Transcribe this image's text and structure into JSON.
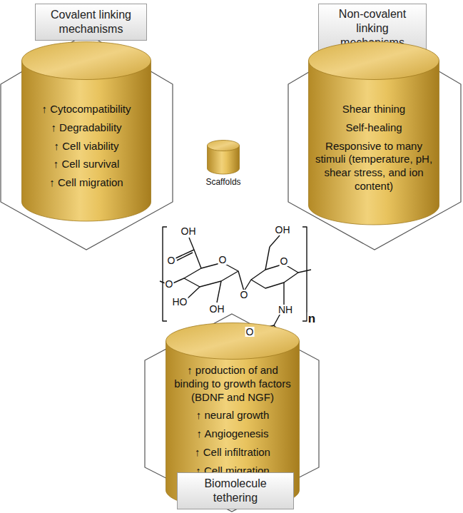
{
  "diagram": {
    "nodes": [
      {
        "text": [
          "Covalent linking mechanisms"
        ]
      },
      {
        "text": [
          "Non-covalent linking mechanisms"
        ]
      },
      {
        "text": [
          "↑ Cytocompatibility",
          "↑ Degradability",
          "↑ Cell viability",
          "↑ Cell survival",
          "↑ Cell migration"
        ]
      },
      {
        "text": [
          "Shear thining",
          "Self-healing",
          "Responsive to many stimuli (temperature, pH, shear stress, and ion content)"
        ]
      },
      {
        "text": [
          "Scaffolds"
        ]
      },
      {
        "text": [
          "↑ production of and binding to growth factors (BDNF and NGF)",
          "↑ neural growth",
          "↑ Angiogenesis",
          "↑ Cell infiltration",
          "↑ Cell migration"
        ]
      },
      {
        "text": [
          "Biomolecule tethering"
        ]
      }
    ],
    "labels": [
      "OH",
      "OH",
      "O",
      "O",
      "O",
      "O",
      "O",
      "HO",
      "NH",
      "OH",
      "O",
      "n"
    ]
  }
}
